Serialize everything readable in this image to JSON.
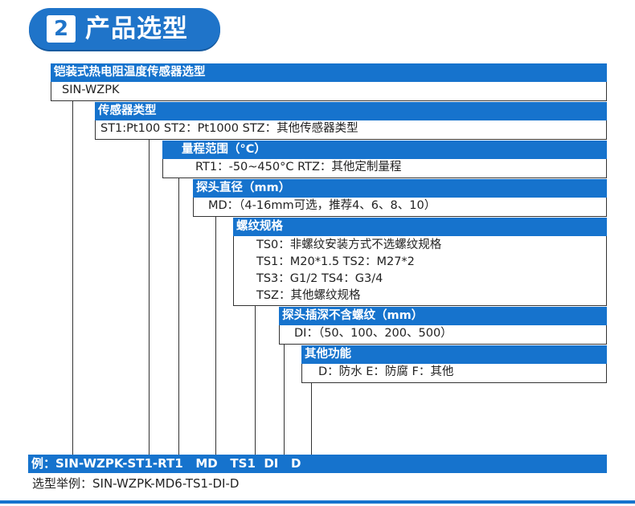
{
  "header": {
    "number": "2",
    "title": "产品选型"
  },
  "main": {
    "title": "铠装式热电阻温度传感器选型",
    "model": "SIN-WZPK"
  },
  "fields": [
    {
      "title": "传感器类型",
      "lines": [
        "ST1:Pt100  ST2：Pt1000   STZ：其他传感器类型"
      ]
    },
    {
      "title": "量程范围（°C）",
      "lines": [
        "RT1：-50~450°C  RTZ：其他定制量程"
      ]
    },
    {
      "title": "探头直径（mm）",
      "lines": [
        "MD：（4-16mm可选，推荐4、6、8、10）"
      ]
    },
    {
      "title": "螺纹规格",
      "lines": [
        "TS0：非螺纹安装方式不选螺纹规格",
        "TS1：M20*1.5  TS2：M27*2",
        "TS3：G1/2 TS4：G3/4",
        "TSZ：其他螺纹规格"
      ]
    },
    {
      "title": "探头插深不含螺纹（mm）",
      "lines": [
        "DI：（50、100、200、500）"
      ]
    },
    {
      "title": "其他功能",
      "lines": [
        "D：防水 E：防腐 F：其他"
      ]
    }
  ],
  "example_bar": "例：SIN-WZPK-ST1-RT1   MD   TS1  DI   D",
  "example_line": "选型举例：SIN-WZPK-MD6-TS1-DI-D",
  "colors": {
    "accent": "#1673cd",
    "line": "#333333"
  }
}
